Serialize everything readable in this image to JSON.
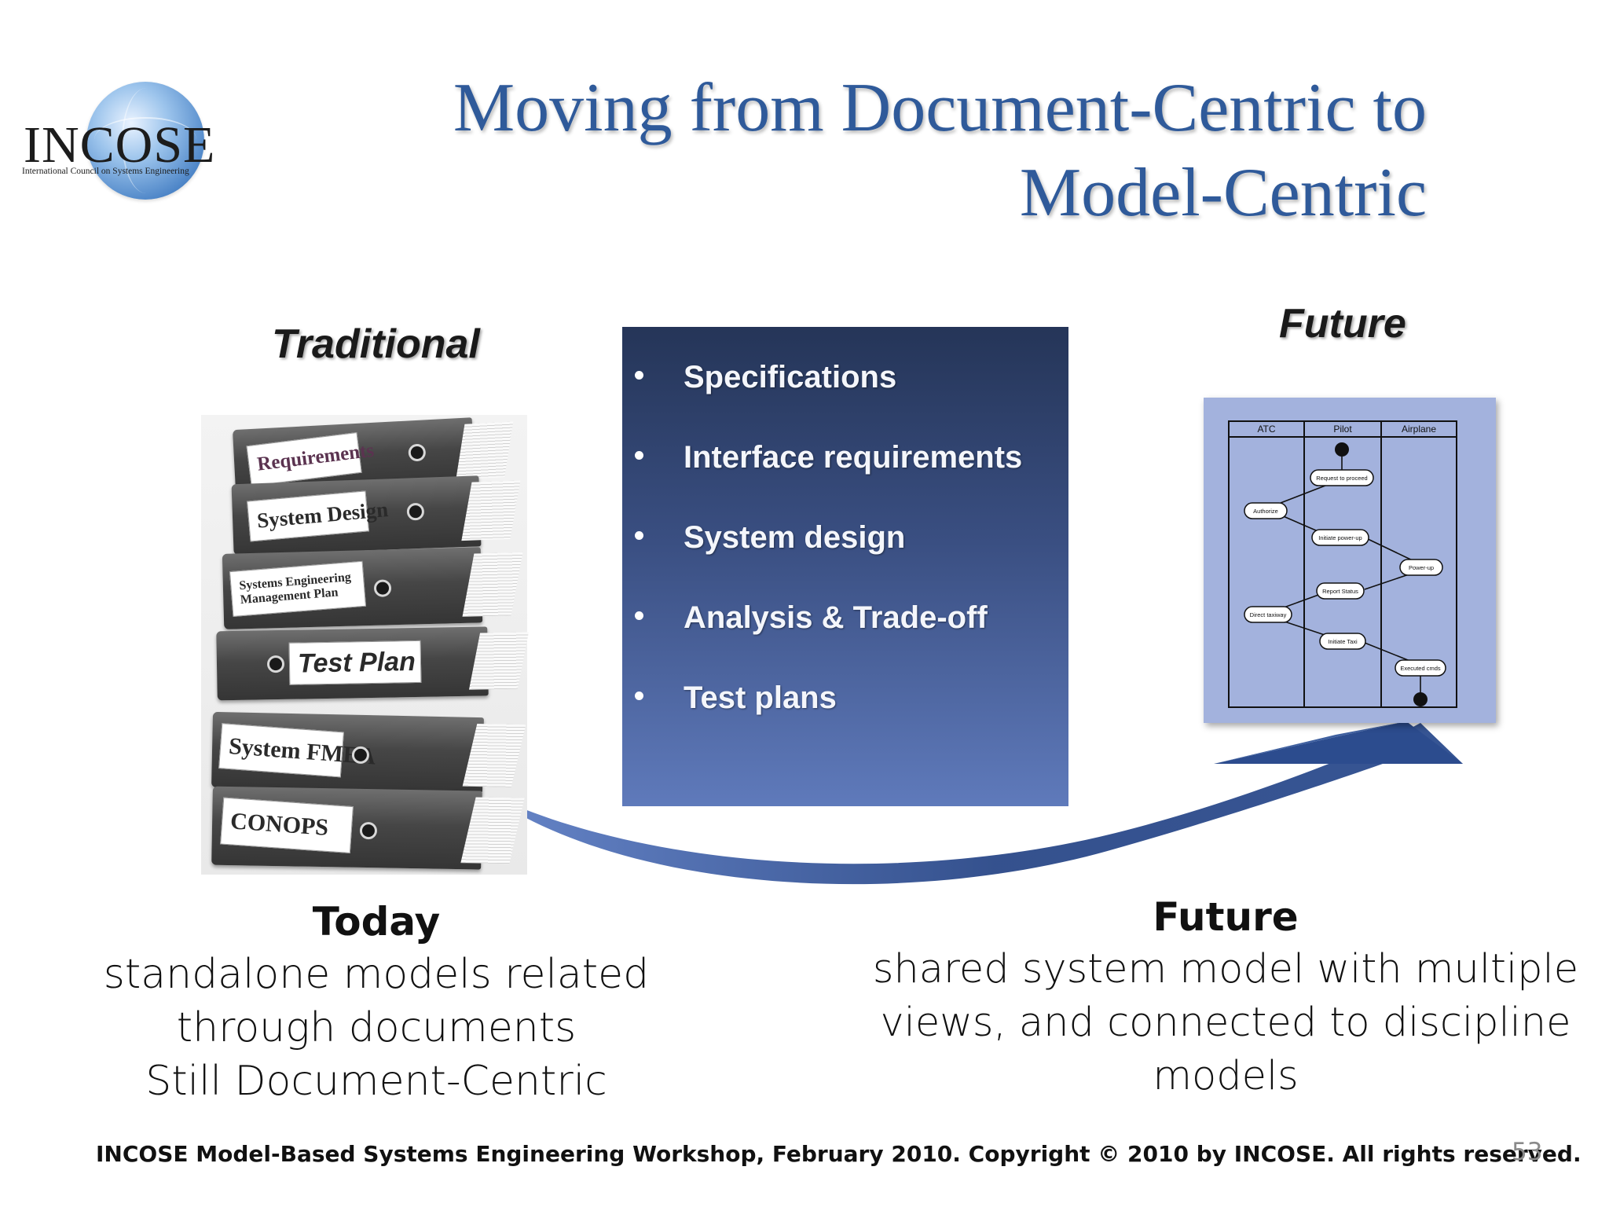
{
  "logo": {
    "wordmark": "INCOSE",
    "subtitle": "International Council on Systems Engineering"
  },
  "title": {
    "line1": "Moving from Document-Centric to",
    "line2": "Model-Centric"
  },
  "traditional": {
    "heading": "Traditional",
    "binders": [
      "Requirements",
      "System Design",
      "Systems Engineering Management Plan",
      "Test Plan",
      "System FMEA",
      "CONOPS"
    ]
  },
  "documents_box": {
    "items": [
      "Specifications",
      "Interface requirements",
      "System design",
      "Analysis & Trade-off",
      "Test plans"
    ]
  },
  "future_panel": {
    "heading": "Future",
    "diagram": {
      "lanes": [
        "ATC",
        "Pilot",
        "Airplane"
      ],
      "activities": [
        "Request to proceed",
        "Authorize",
        "Initiate power-up",
        "Power-up",
        "Report Status",
        "Direct taxiway",
        "Initiate Taxi",
        "Executed cmds"
      ]
    }
  },
  "today_caption": {
    "heading": "Today",
    "line1": "standalone models related",
    "line2": "through documents",
    "line3": "Still Document-Centric"
  },
  "future_caption": {
    "heading": "Future",
    "line1": "shared system model with multiple",
    "line2": "views, and connected to discipline",
    "line3": "models"
  },
  "footer": {
    "text": "INCOSE Model-Based Systems Engineering Workshop, February 2010.  Copyright © 2010 by INCOSE. All rights reserved.",
    "page": "53"
  },
  "colors": {
    "title": "#2f5a9a",
    "arrow": "#2f4f8e",
    "box_top": "#253558",
    "box_bottom": "#5f7abb",
    "diagram_bg": "#a3b2dd"
  }
}
